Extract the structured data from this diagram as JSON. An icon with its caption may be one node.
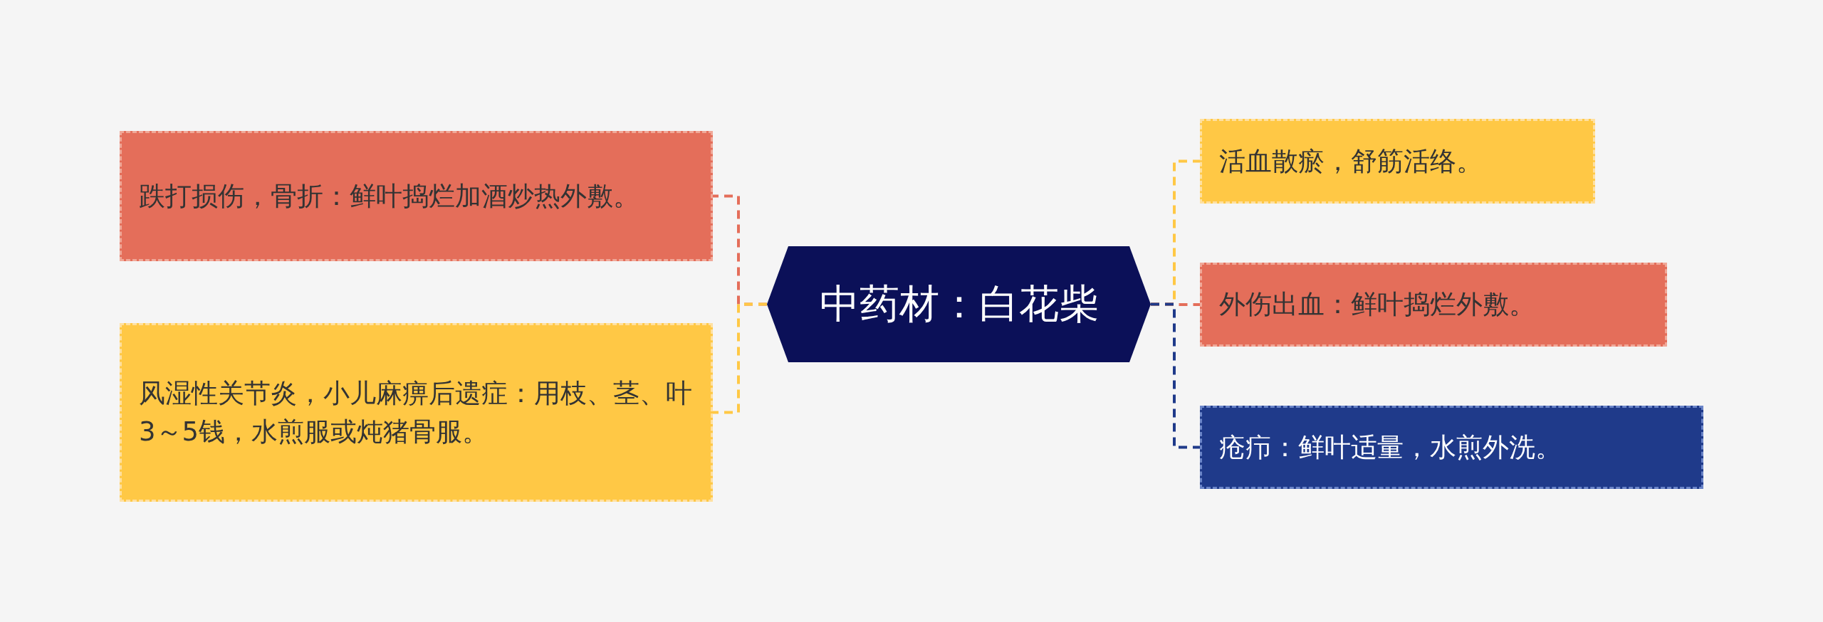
{
  "diagram": {
    "nodes": [
      {
        "text": [
          "中药材：白花柴"
        ]
      },
      {
        "text": [
          "跌打损伤，骨折：鲜叶捣烂加酒炒热外敷。"
        ]
      },
      {
        "text": [
          "风湿性关节炎，小儿麻痹后遗症：用枝、茎、叶3～5钱，水煎服或炖猪骨服。"
        ]
      },
      {
        "text": [
          "活血散瘀，舒筋活络。"
        ]
      },
      {
        "text": [
          "外伤出血：鲜叶捣烂外敷。"
        ]
      },
      {
        "text": [
          "疮疖：鲜叶适量，水煎外洗。"
        ]
      }
    ],
    "edges": [
      {
        "from": 0,
        "to": 1,
        "arrow": "none",
        "style": "dashed",
        "color": "#e46e5a"
      },
      {
        "from": 0,
        "to": 2,
        "arrow": "none",
        "style": "dashed",
        "color": "#ffc845"
      },
      {
        "from": 0,
        "to": 3,
        "arrow": "none",
        "style": "dashed",
        "color": "#ffc845"
      },
      {
        "from": 0,
        "to": 4,
        "arrow": "none",
        "style": "dashed",
        "color": "#e46e5a"
      },
      {
        "from": 0,
        "to": 5,
        "arrow": "none",
        "style": "dashed",
        "color": "#1f3a8a"
      }
    ]
  }
}
